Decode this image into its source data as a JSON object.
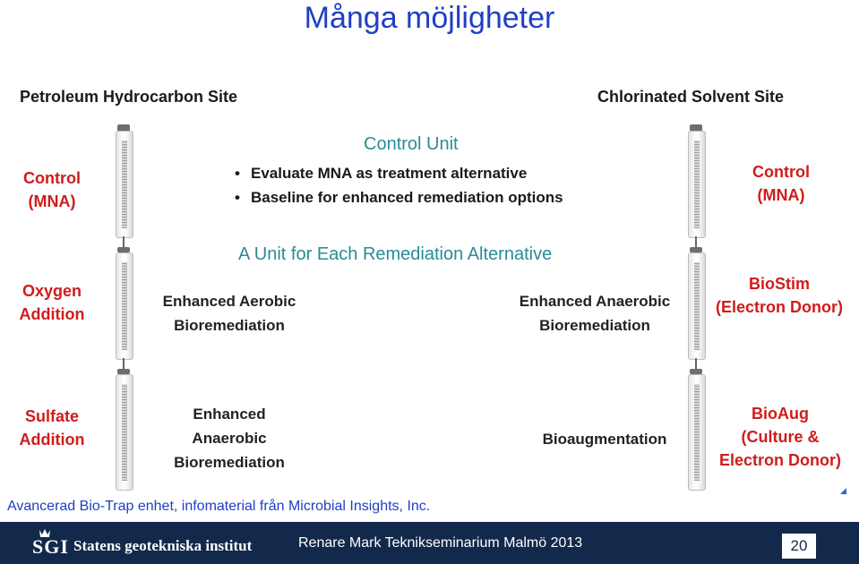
{
  "title": "Många möjligheter",
  "left_site": "Petroleum Hydrocarbon Site",
  "right_site": "Chlorinated Solvent Site",
  "left_labels": [
    [
      "Control",
      "(MNA)"
    ],
    [
      "Oxygen",
      "Addition"
    ],
    [
      "Sulfate",
      "Addition"
    ]
  ],
  "right_labels": [
    [
      "Control",
      "(MNA)"
    ],
    [
      "BioStim",
      "(Electron Donor)"
    ],
    [
      "BioAug",
      "(Culture &",
      "Electron Donor)"
    ]
  ],
  "control_unit": {
    "heading": "Control Unit",
    "bullets": [
      "Evaluate MNA as treatment alternative",
      "Baseline for enhanced remediation options"
    ]
  },
  "alternatives_heading": "A Unit for Each Remediation Alternative",
  "mid_left": [
    [
      "Enhanced Aerobic",
      "Bioremediation"
    ],
    [
      "Enhanced",
      "Anaerobic",
      "Bioremediation"
    ]
  ],
  "mid_right": [
    [
      "Enhanced Anaerobic",
      "Bioremediation"
    ],
    [
      "Bioaugmentation"
    ]
  ],
  "caption": "Avancerad Bio-Trap enhet, infomaterial från Microbial Insights, Inc.",
  "footer": {
    "logo_mark": "SGI",
    "logo_name": "Statens geotekniska institut",
    "event": "Renare Mark Teknikseminarium Malmö 2013",
    "page": "20"
  }
}
